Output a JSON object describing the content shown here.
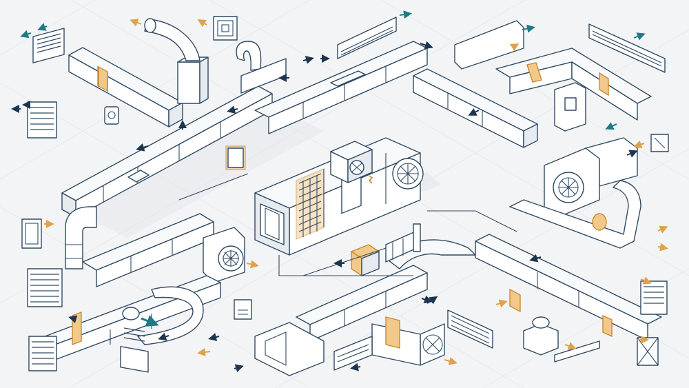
{
  "diagram": {
    "colors": {
      "background": "#f3f4f6",
      "stroke": "#2f4a63",
      "accent": "#e0a14a",
      "arrow_teal": "#1f7a86",
      "arrow_navy": "#1e3550",
      "arrow_orange": "#e0a14a"
    },
    "components": [
      "air-handling-unit",
      "supply-fan",
      "return-fan",
      "exhaust-fan",
      "inline-fan",
      "filter-bank",
      "heating-coil",
      "damper",
      "supply-grilles",
      "return-grilles",
      "flex-duct",
      "control-panel",
      "thermostat"
    ],
    "icons": [
      "fan-icon",
      "arrow-icon",
      "grille-icon",
      "damper-icon",
      "thermostat-icon"
    ]
  }
}
